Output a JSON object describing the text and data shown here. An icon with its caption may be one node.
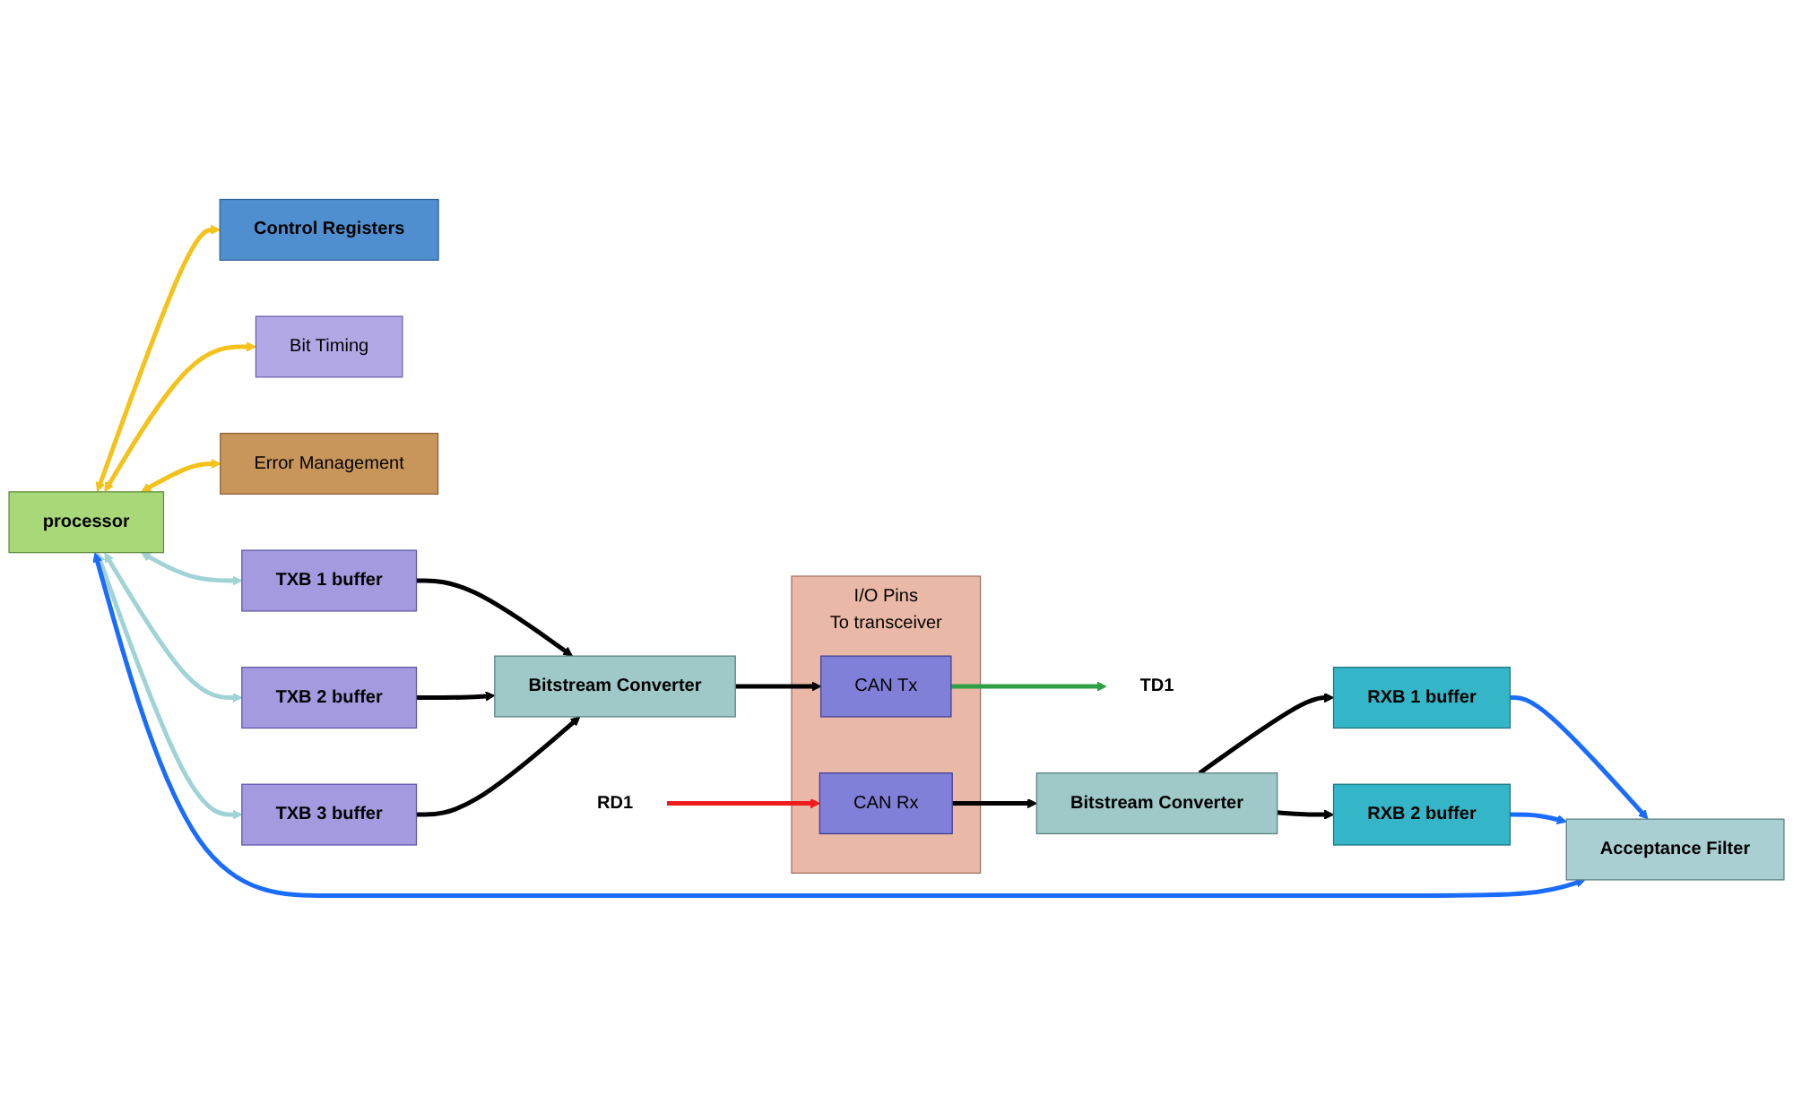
{
  "diagram": {
    "nodes": [
      {
        "text": [
          "processor"
        ]
      },
      {
        "text": [
          "Control Registers"
        ]
      },
      {
        "text": [
          "Bit Timing"
        ]
      },
      {
        "text": [
          "Error Management"
        ]
      },
      {
        "text": [
          "TXB 1 buffer"
        ]
      },
      {
        "text": [
          "TXB 2 buffer"
        ]
      },
      {
        "text": [
          "TXB 3 buffer"
        ]
      },
      {
        "text": [
          "Bitstream Converter"
        ]
      },
      {
        "text": [
          "I/O Pins",
          "To transceiver"
        ]
      },
      {
        "text": [
          "CAN Tx"
        ],
        "in": 8
      },
      {
        "text": [
          "TD1"
        ]
      },
      {
        "text": [
          "Acceptance Filter"
        ]
      },
      {
        "text": [
          "RXB 1 buffer"
        ]
      },
      {
        "text": [
          "RXB 2 buffer"
        ]
      },
      {
        "text": [
          "Bitstream Converter"
        ]
      },
      {
        "text": [
          "CAN Rx"
        ],
        "in": 8
      },
      {
        "text": [
          "RD1"
        ]
      }
    ],
    "edges": [
      {
        "from": 0,
        "to": 1,
        "arrow": "both",
        "color": "#f5c21b"
      },
      {
        "from": 0,
        "to": 2,
        "arrow": "both",
        "color": "#f5c21b"
      },
      {
        "from": 0,
        "to": 3,
        "arrow": "both",
        "color": "#f5c21b"
      },
      {
        "from": 0,
        "to": 4,
        "arrow": "both",
        "color": "#9fd3d6"
      },
      {
        "from": 0,
        "to": 5,
        "arrow": "both",
        "color": "#9fd3d6"
      },
      {
        "from": 0,
        "to": 6,
        "arrow": "both",
        "color": "#9fd3d6"
      },
      {
        "from": 4,
        "to": 7,
        "arrow": "to"
      },
      {
        "from": 5,
        "to": 7,
        "arrow": "to"
      },
      {
        "from": 6,
        "to": 7,
        "arrow": "to"
      },
      {
        "from": 7,
        "to": 9,
        "arrow": "to"
      },
      {
        "from": 9,
        "to": 10,
        "arrow": "to",
        "color": "#2ea043"
      },
      {
        "from": 0,
        "to": 11,
        "arrow": "both",
        "color": "#1a6cff"
      },
      {
        "from": 12,
        "to": 11,
        "arrow": "to",
        "color": "#1a6cff"
      },
      {
        "from": 13,
        "to": 11,
        "arrow": "to",
        "color": "#1a6cff"
      },
      {
        "from": 14,
        "to": 12,
        "arrow": "to"
      },
      {
        "from": 14,
        "to": 13,
        "arrow": "to"
      },
      {
        "from": 15,
        "to": 14,
        "arrow": "to"
      },
      {
        "from": 16,
        "to": 15,
        "arrow": "to",
        "color": "#ee1c1c"
      }
    ]
  }
}
